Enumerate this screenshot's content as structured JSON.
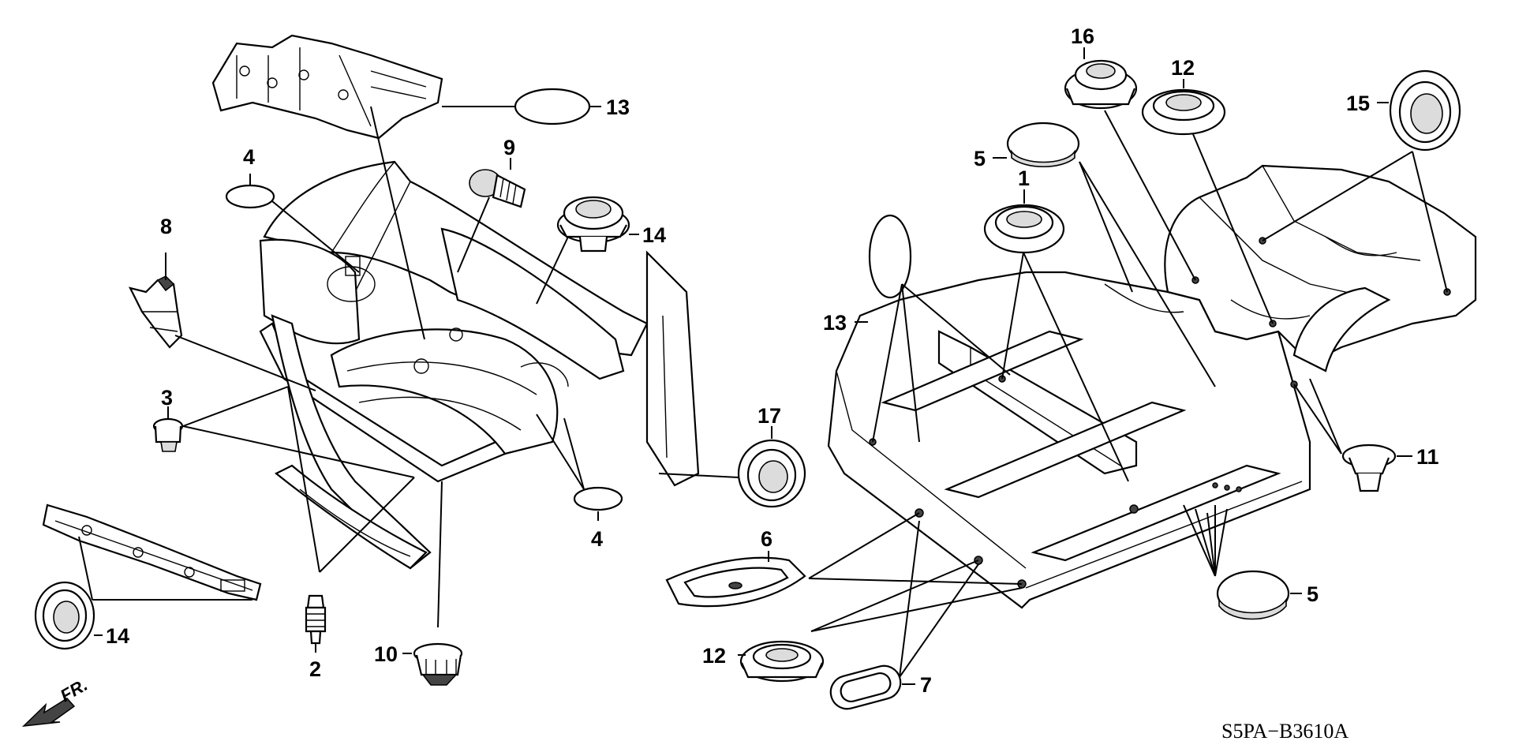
{
  "diagram": {
    "part_code": "S5PA−B3610A",
    "direction_label": "FR.",
    "callouts": {
      "c13_top": "13",
      "c4_upper": "4",
      "c9": "9",
      "c14_upper": "14",
      "c8": "8",
      "c3": "3",
      "c14_lower": "14",
      "c2": "2",
      "c10": "10",
      "c4_lower": "4",
      "c17": "17",
      "c16": "16",
      "c12_upper": "12",
      "c15": "15",
      "c5_upper": "5",
      "c1": "1",
      "c13_right": "13",
      "c11": "11",
      "c6": "6",
      "c5_lower": "5",
      "c12_lower": "12",
      "c7": "7"
    }
  }
}
